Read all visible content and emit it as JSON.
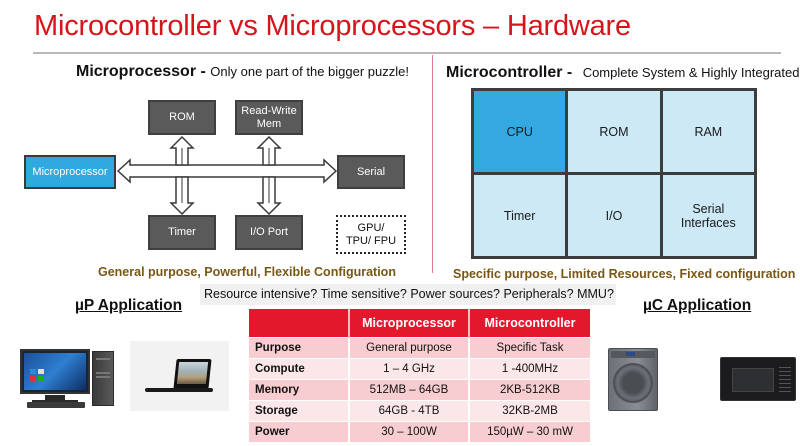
{
  "title": "Microcontroller vs Microprocessors – Hardware",
  "microprocessor_section": {
    "heading": "Microprocessor",
    "separator": " - ",
    "subheading": "Only one part of the bigger puzzle!",
    "diagram": {
      "cpu": "Microprocessor",
      "rom": "ROM",
      "rw_mem_line1": "Read-Write",
      "rw_mem_line2": "Mem",
      "serial": "Serial",
      "timer": "Timer",
      "io_port": "I/O Port",
      "accel_line1": "GPU/",
      "accel_line2": "TPU/ FPU"
    },
    "caption": "General purpose, Powerful, Flexible Configuration"
  },
  "microcontroller_section": {
    "heading": "Microcontroller",
    "separator": " - ",
    "subheading": "Complete System & Highly Integrated",
    "grid": {
      "cpu": "CPU",
      "rom": "ROM",
      "ram": "RAM",
      "timer": "Timer",
      "io": "I/O",
      "serial_line1": "Serial",
      "serial_line2": "Interfaces"
    },
    "caption": "Specific purpose, Limited Resources, Fixed configuration"
  },
  "questions": "Resource intensive?  Time sensitive? Power sources? Peripherals? MMU?",
  "up_application": "µP Application",
  "uc_application": "µC Application",
  "up_devices": [
    "desktop-computer",
    "laptop"
  ],
  "uc_devices": [
    "washing-machine",
    "microwave-oven"
  ],
  "comparison_table": {
    "headers": [
      "",
      "Microprocessor",
      "Microcontroller"
    ],
    "rows": [
      {
        "label": "Purpose",
        "microprocessor": "General purpose",
        "microcontroller": "Specific Task"
      },
      {
        "label": "Compute",
        "microprocessor": "1 – 4 GHz",
        "microcontroller": "1 -400MHz"
      },
      {
        "label": "Memory",
        "microprocessor": "512MB – 64GB",
        "microcontroller": "2KB-512KB"
      },
      {
        "label": "Storage",
        "microprocessor": "64GB - 4TB",
        "microcontroller": "32KB-2MB"
      },
      {
        "label": "Power",
        "microprocessor": "30 – 100W",
        "microcontroller": "150µW – 30 mW"
      }
    ]
  },
  "colors": {
    "title_red": "#d7141c",
    "table_header_red": "#e3182d",
    "cpu_blue": "#2fa9e0",
    "module_gray": "#5a5a5a",
    "cell_light_blue": "#cde9f6",
    "caption_brown": "#7a5614"
  }
}
